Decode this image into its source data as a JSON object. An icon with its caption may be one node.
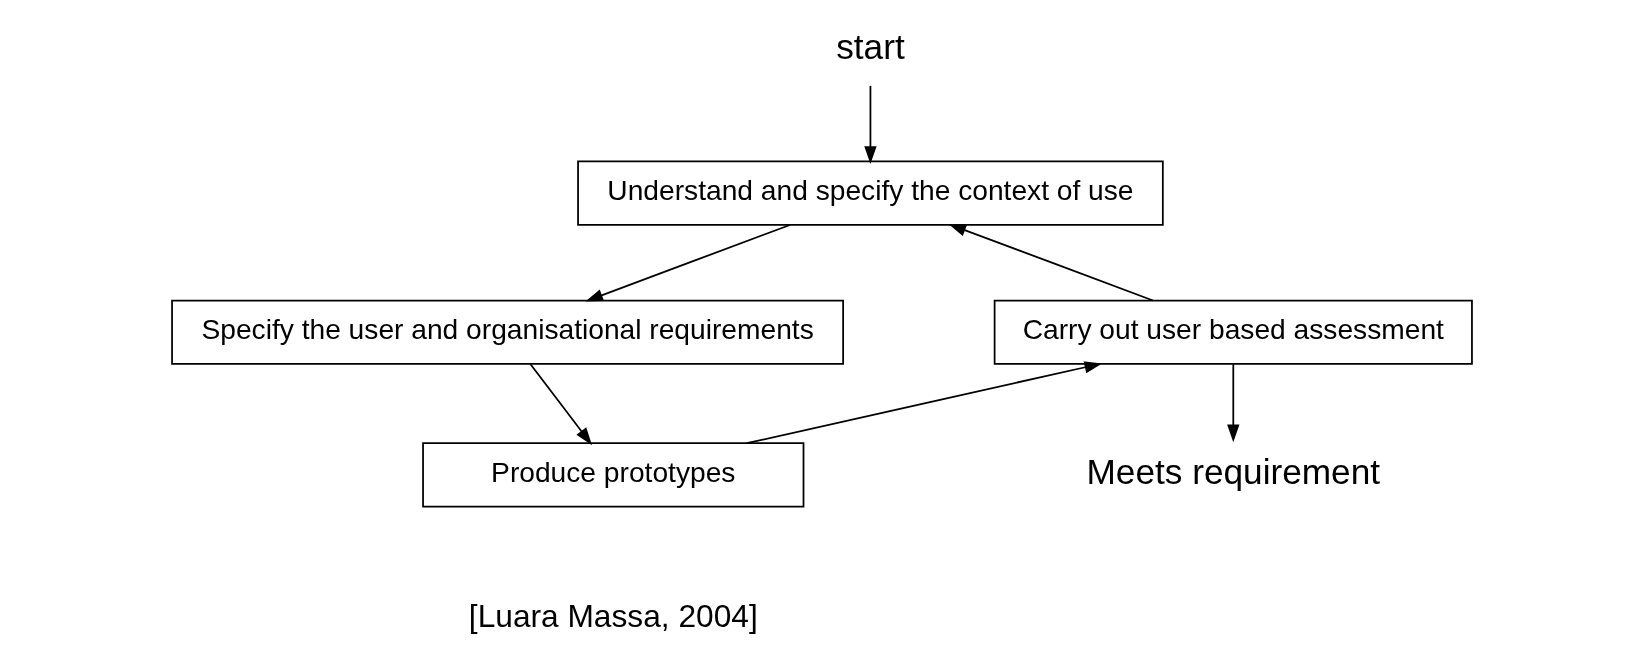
{
  "diagram": {
    "nodes": [
      {
        "text": [
          "start"
        ]
      },
      {
        "text": [
          "Understand and specify the context of use"
        ]
      },
      {
        "text": [
          "Specify the user and organisational requirements"
        ]
      },
      {
        "text": [
          "Produce prototypes"
        ]
      },
      {
        "text": [
          "Carry out user based assessment"
        ]
      },
      {
        "text": [
          "Meets requirement"
        ]
      }
    ],
    "edges": [
      {
        "from": 0,
        "to": 1,
        "arrow": "to"
      },
      {
        "from": 1,
        "to": 2,
        "arrow": "to"
      },
      {
        "from": 2,
        "to": 3,
        "arrow": "to"
      },
      {
        "from": 3,
        "to": 4,
        "arrow": "to"
      },
      {
        "from": 4,
        "to": 1,
        "arrow": "to"
      },
      {
        "from": 4,
        "to": 5,
        "arrow": "to"
      }
    ],
    "labels": [
      "[Luara Massa, 2004]"
    ]
  }
}
